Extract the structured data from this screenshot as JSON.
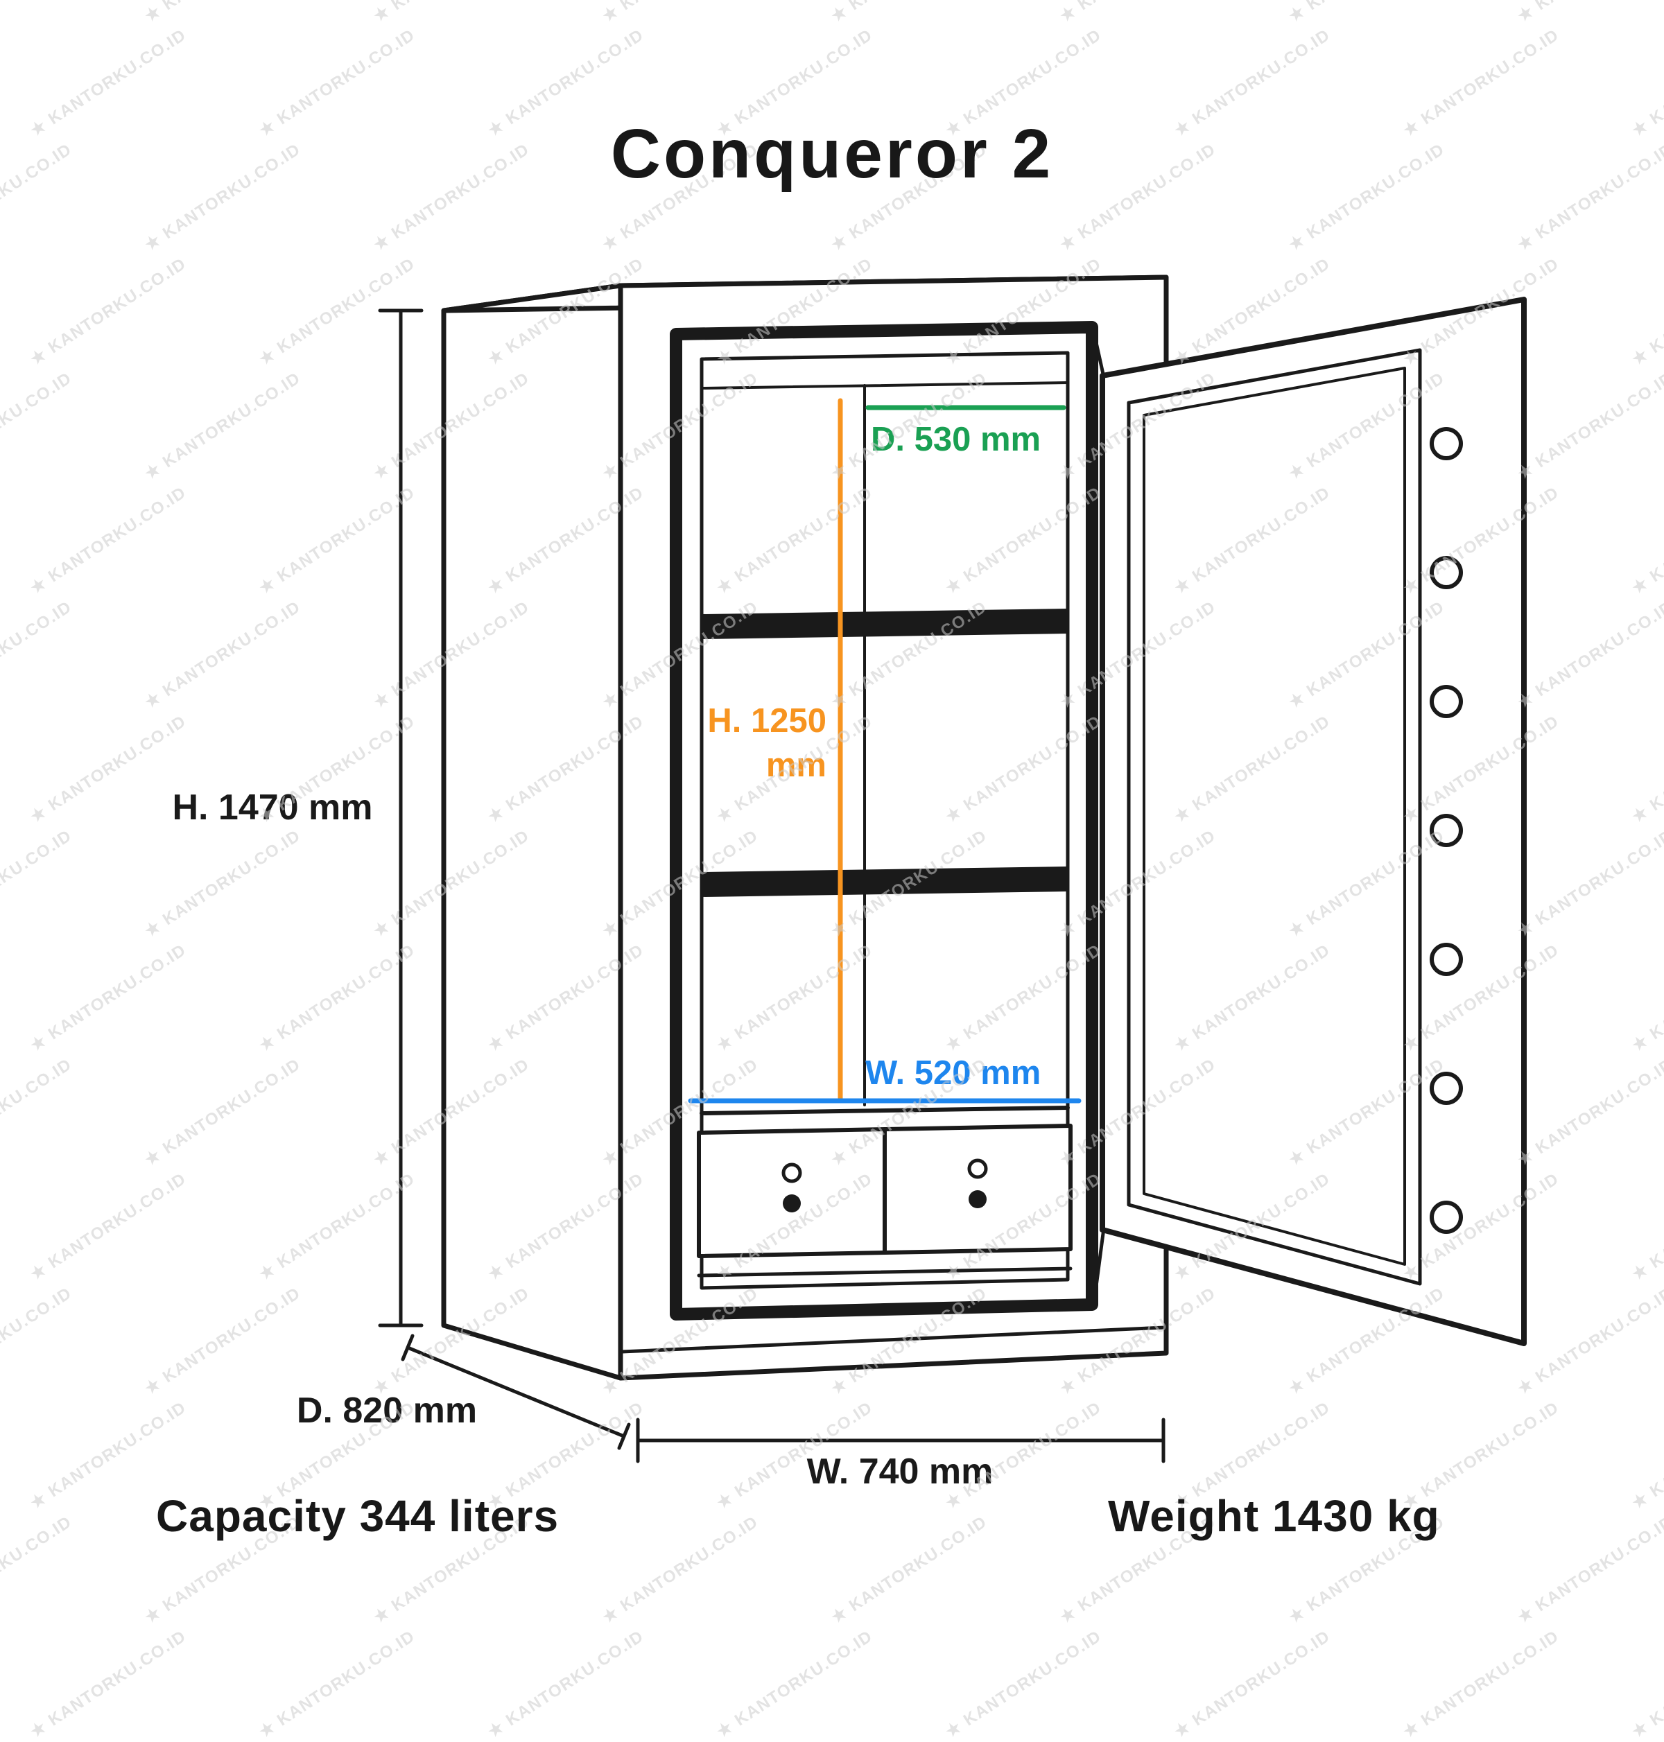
{
  "title": "Conqueror 2",
  "watermark": {
    "text": "KANTORKU.CO.ID",
    "icon_name": "kantorku-logo-icon",
    "icon_glyph": "★",
    "color": "#cccccc"
  },
  "dimensions": {
    "height": "H. 1470 mm",
    "depth": "D. 820 mm",
    "width": "W. 740 mm",
    "inner_depth": "D. 530 mm",
    "inner_height_line1": "H. 1250",
    "inner_height_line2": "mm",
    "inner_width": "W. 520 mm"
  },
  "colors": {
    "ink": "#1a1a1a",
    "inner_depth": "#1aa053",
    "inner_height": "#f79420",
    "inner_width": "#1e86ee"
  },
  "footer": {
    "capacity": "Capacity 344 liters",
    "weight": "Weight 1430 kg"
  }
}
